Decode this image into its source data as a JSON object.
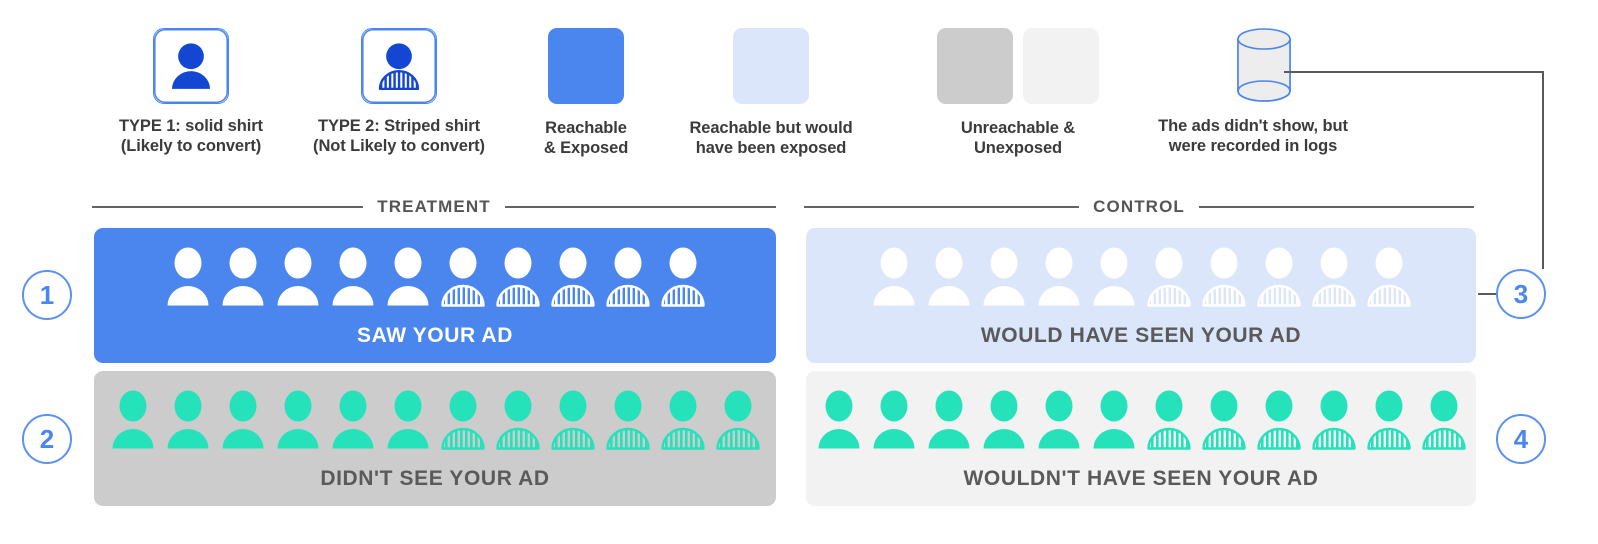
{
  "legend": {
    "items": [
      {
        "id": "type-1",
        "icon": "person-solid-shirt-icon",
        "caption": "TYPE 1: solid shirt\n(Likely to convert)"
      },
      {
        "id": "type-2",
        "icon": "person-striped-shirt-icon",
        "caption": "TYPE 2: Striped shirt\n(Not Likely to convert)"
      },
      {
        "id": "reachable-exposed",
        "icon": "color-swatch",
        "caption": "Reachable\n& Exposed"
      },
      {
        "id": "reachable-would-have-been-exposed",
        "icon": "color-swatch",
        "caption": "Reachable but would\nhave been exposed"
      },
      {
        "id": "unreachable-unexposed",
        "icon": "color-swatch-pair",
        "caption": "Unreachable &\nUnexposed"
      },
      {
        "id": "ads-in-logs",
        "icon": "database-cylinder-icon",
        "caption": "The ads didn't show, but\nwere recorded in logs"
      }
    ]
  },
  "sections": {
    "treatment": "TREATMENT",
    "control": "CONTROL"
  },
  "badges": {
    "one": "1",
    "two": "2",
    "three": "3",
    "four": "4"
  },
  "quadrants": [
    {
      "id": "treatment-saw-ad",
      "label": "SAW YOUR AD",
      "badge": "1",
      "bg": "#4a86ee",
      "label_color": "#ffffff",
      "figure_color": "#ffffff",
      "solid_count": 5,
      "striped_count": 5
    },
    {
      "id": "treatment-didnt-see-ad",
      "label": "DIDN'T SEE YOUR AD",
      "badge": "2",
      "bg": "#cccccc",
      "label_color": "#5a5a5a",
      "figure_color": "#25e2bb",
      "solid_count": 6,
      "striped_count": 6
    },
    {
      "id": "control-would-have-seen-ad",
      "label": "WOULD HAVE SEEN YOUR AD",
      "badge": "3",
      "bg": "#dce6fb",
      "label_color": "#5a5a5a",
      "figure_color": "#ffffff",
      "solid_count": 5,
      "striped_count": 5
    },
    {
      "id": "control-wouldnt-have-seen-ad",
      "label": "WOULDN'T HAVE SEEN YOUR AD",
      "badge": "4",
      "bg": "#f2f2f2",
      "label_color": "#5a5a5a",
      "figure_color": "#25e2bb",
      "solid_count": 6,
      "striped_count": 6
    }
  ],
  "colors": {
    "brand_blue": "#4a86ee",
    "deep_blue": "#1246d3",
    "pale_blue": "#dce6fb",
    "teal": "#25e2bb",
    "gray_dark": "#cccccc",
    "gray_light": "#f2f2f2",
    "text_dark": "#3b3b3b",
    "text_muted": "#5a5a5a",
    "connector": "#5a5a5a"
  }
}
